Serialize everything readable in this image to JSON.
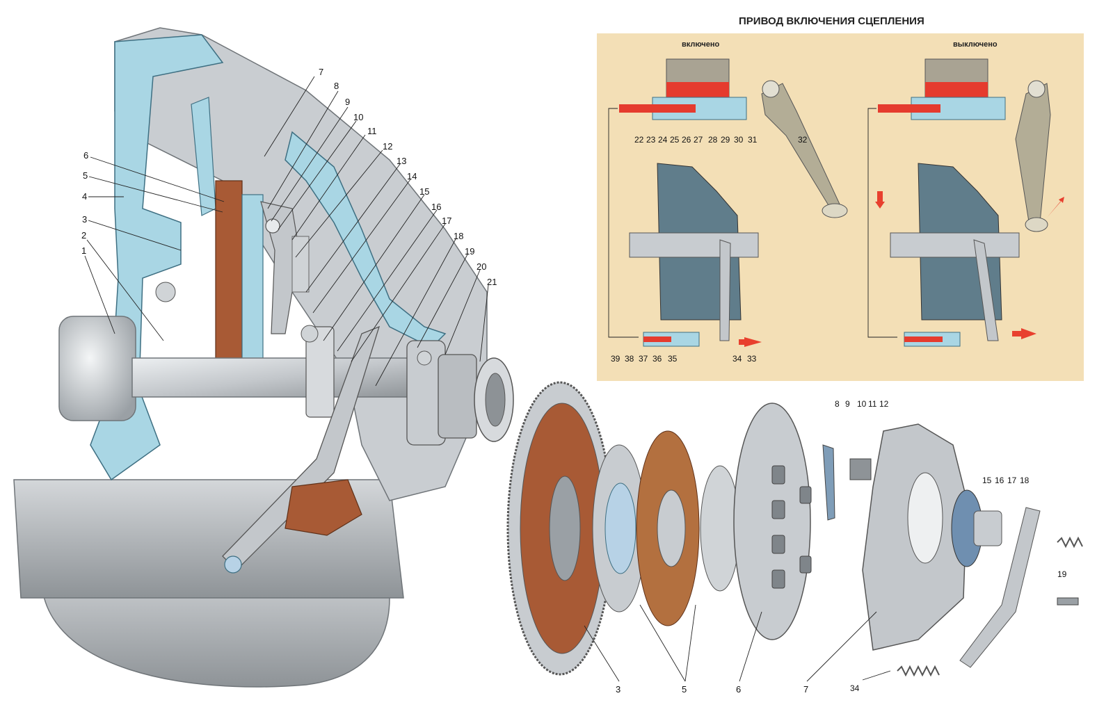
{
  "diagram": {
    "title": "ПРИВОД ВКЛЮЧЕНИЯ  СЦЕПЛЕНИЯ",
    "states": {
      "engaged": "включено",
      "disengaged": "выключено"
    },
    "section_labels": [
      "1",
      "2",
      "3",
      "4",
      "5",
      "6",
      "7",
      "8",
      "9",
      "10",
      "11",
      "12",
      "13",
      "14",
      "15",
      "16",
      "17",
      "18",
      "19",
      "20",
      "21"
    ],
    "drive_labels_top": [
      "22",
      "23",
      "24",
      "25",
      "26",
      "27",
      "28",
      "29",
      "30",
      "31",
      "32"
    ],
    "drive_labels_bottom": [
      "39",
      "38",
      "37",
      "36",
      "35",
      "34",
      "33"
    ],
    "exploded_labels": [
      "3",
      "5",
      "5",
      "6",
      "7",
      "8",
      "9",
      "10",
      "11",
      "12",
      "15",
      "16",
      "17",
      "18",
      "19",
      "34"
    ],
    "colors": {
      "housing_section": "#a9d6e4",
      "metal": "#c8ccd0",
      "friction": "#a85a35",
      "fluid": "#e53b2e",
      "panel": "#f3dfb6",
      "arrow": "#e8402e"
    }
  }
}
